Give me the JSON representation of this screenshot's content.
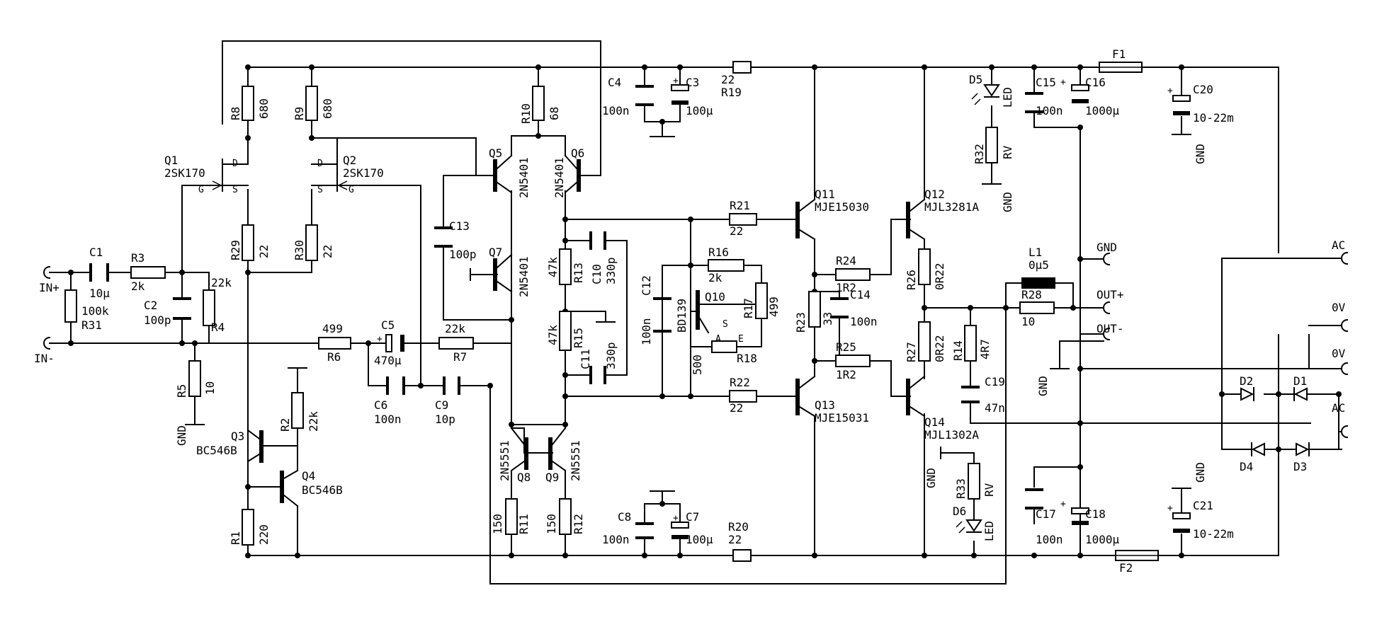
{
  "labels": {
    "q1": "Q1",
    "q1p": "2SK170",
    "q2": "Q2",
    "q2p": "2SK170",
    "q3": "Q3",
    "q3p": "BC546B",
    "q4": "Q4",
    "q4p": "BC546B",
    "q5": "Q5",
    "q5p": "2N5401",
    "q6": "Q6",
    "q6p": "2N5401",
    "q7": "Q7",
    "q7p": "2N5401",
    "q8": "Q8",
    "q8p": "2N5551",
    "q9": "Q9",
    "q9p": "2N5551",
    "q10": "Q10",
    "q10p": "BD139",
    "q11": "Q11",
    "q11p": "MJE15030",
    "q12": "Q12",
    "q12p": "MJL3281A",
    "q13": "Q13",
    "q13p": "MJE15031",
    "q14": "Q14",
    "q14p": "MJL1302A",
    "r1": "R1",
    "r1v": "220",
    "r2": "R2",
    "r2v": "22k",
    "r3": "R3",
    "r3v": "2k",
    "r4": "R4",
    "r4v": "22k",
    "r5": "R5",
    "r5v": "10",
    "r6": "R6",
    "r6v": "499",
    "r7": "R7",
    "r7v": "22k",
    "r8": "R8",
    "r8v": "680",
    "r9": "R9",
    "r9v": "680",
    "r10": "R10",
    "r10v": "68",
    "r11": "R11",
    "r11v": "150",
    "r12": "R12",
    "r12v": "150",
    "r13": "R13",
    "r13v": "47k",
    "r15": "R15",
    "r15v": "47k",
    "r16": "R16",
    "r16v": "2k",
    "r17": "R17",
    "r17v": "499",
    "r18": "R18",
    "r18v": "500",
    "r19": "R19",
    "r19v": "22",
    "r20": "R20",
    "r20v": "22",
    "r21": "R21",
    "r21v": "22",
    "r22": "R22",
    "r22v": "22",
    "r23": "R23",
    "r23v": "33",
    "r24": "R24",
    "r24v": "1R2",
    "r25": "R25",
    "r25v": "1R2",
    "r26": "R26",
    "r26v": "0R22",
    "r27": "R27",
    "r27v": "0R22",
    "r28": "R28",
    "r28v": "10",
    "r14": "R14",
    "r14v": "4R7",
    "r29": "R29",
    "r29v": "22",
    "r30": "R30",
    "r30v": "22",
    "r31": "R31",
    "r31v": "100k",
    "r32": "R32",
    "r32v": "RV",
    "r33": "R33",
    "r33v": "RV",
    "c1": "C1",
    "c1v": "10µ",
    "c2": "C2",
    "c2v": "100p",
    "c3": "C3",
    "c3v": "100µ",
    "c4": "C4",
    "c4v": "100n",
    "c5": "C5",
    "c5v": "470µ",
    "c6": "C6",
    "c6v": "100n",
    "c7": "C7",
    "c7v": "100µ",
    "c8": "C8",
    "c8v": "100n",
    "c9": "C9",
    "c9v": "10p",
    "c10": "C10",
    "c10v": "330p",
    "c11": "C11",
    "c11v": "330p",
    "c12": "C12",
    "c12v": "100n",
    "c13": "C13",
    "c13v": "100p",
    "c14": "C14",
    "c14v": "100n",
    "c15": "C15",
    "c15v": "100n",
    "c16": "C16",
    "c16v": "1000µ",
    "c17": "C17",
    "c17v": "100n",
    "c18": "C18",
    "c18v": "1000µ",
    "c19": "C19",
    "c19v": "47n",
    "c20": "C20",
    "c20v": "10-22m",
    "c21": "C21",
    "c21v": "10-22m",
    "d1": "D1",
    "d2": "D2",
    "d3": "D3",
    "d4": "D4",
    "d5": "D5",
    "d6": "D6",
    "led": "LED",
    "f1": "F1",
    "f2": "F2",
    "l1": "L1",
    "l1v": "0µ5",
    "in_plus": "IN+",
    "in_minus": "IN-",
    "out_plus": "OUT+",
    "out_minus": "OUT-",
    "gnd": "GND",
    "ac": "AC",
    "zero_v": "0V",
    "pin_d": "D",
    "pin_s": "S",
    "pin_g": "G",
    "pin_a": "A",
    "pin_e": "E",
    "pin_s2": "S"
  }
}
